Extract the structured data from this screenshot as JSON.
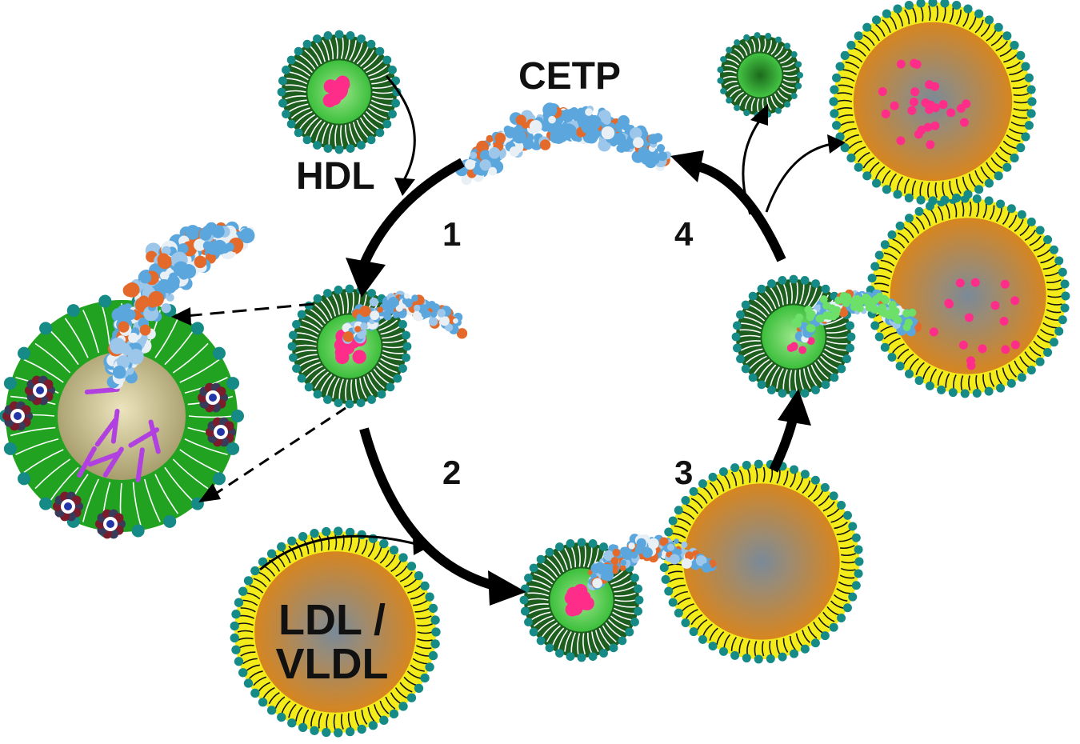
{
  "labels": {
    "cetp": "CETP",
    "hdl": "HDL",
    "ldl_line1": "LDL /",
    "ldl_line2": "VLDL",
    "step1": "1",
    "step2": "2",
    "step3": "3",
    "step4": "4"
  },
  "colors": {
    "hdl_shell": "#1e5e1e",
    "hdl_core": "#3cbf3c",
    "hdl_core_light": "#8fe07a",
    "ldl_shell": "#f4ec1a",
    "ldl_core": "#d7851f",
    "ldl_core_center": "#7a8a98",
    "head_group": "#158a86",
    "cholesteryl_ester": "#ff2d8a",
    "cetp_blue": "#5ba6dd",
    "cetp_orange": "#e36a2a",
    "cetp_white": "#e8f0f6",
    "lipid_purple": "#b040e0",
    "large_core": "#c9bd8a",
    "arrow": "#000000"
  },
  "icons": {
    "hdl_particle": "hdl-particle-icon",
    "ldl_particle": "ldl-particle-icon",
    "cetp_protein": "cetp-protein-icon",
    "apolipoprotein": "apolipoprotein-icon"
  }
}
